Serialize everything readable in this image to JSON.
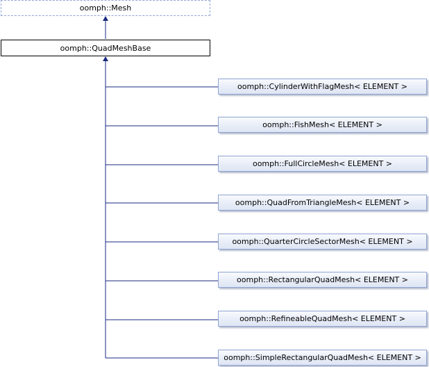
{
  "diagram": {
    "base_class": {
      "label": "oomph::Mesh"
    },
    "current_class": {
      "label": "oomph::QuadMeshBase"
    },
    "derived_classes": [
      {
        "label": "oomph::CylinderWithFlagMesh< ELEMENT >"
      },
      {
        "label": "oomph::FishMesh< ELEMENT >"
      },
      {
        "label": "oomph::FullCircleMesh< ELEMENT >"
      },
      {
        "label": "oomph::QuadFromTriangleMesh< ELEMENT >"
      },
      {
        "label": "oomph::QuarterCircleSectorMesh< ELEMENT >"
      },
      {
        "label": "oomph::RectangularQuadMesh< ELEMENT >"
      },
      {
        "label": "oomph::RefineableQuadMesh< ELEMENT >"
      },
      {
        "label": "oomph::SimpleRectangularQuadMesh< ELEMENT >"
      }
    ],
    "colors": {
      "edge": "#1a2a80",
      "node_border": "#8fa3d3",
      "node_fill": "#e9eef8"
    }
  }
}
